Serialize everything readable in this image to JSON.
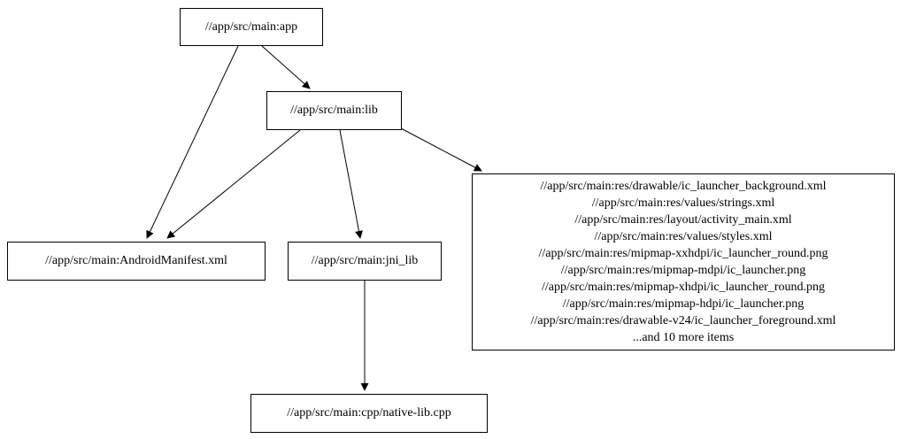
{
  "graph": {
    "nodes": {
      "app": {
        "label": "//app/src/main:app"
      },
      "lib": {
        "label": "//app/src/main:lib"
      },
      "manifest": {
        "label": "//app/src/main:AndroidManifest.xml"
      },
      "jni_lib": {
        "label": "//app/src/main:jni_lib"
      },
      "cpp": {
        "label": "//app/src/main:cpp/native-lib.cpp"
      },
      "res": {
        "lines": [
          "//app/src/main:res/drawable/ic_launcher_background.xml",
          "//app/src/main:res/values/strings.xml",
          "//app/src/main:res/layout/activity_main.xml",
          "//app/src/main:res/values/styles.xml",
          "//app/src/main:res/mipmap-xxhdpi/ic_launcher_round.png",
          "//app/src/main:res/mipmap-mdpi/ic_launcher.png",
          "//app/src/main:res/mipmap-xhdpi/ic_launcher_round.png",
          "//app/src/main:res/mipmap-hdpi/ic_launcher.png",
          "//app/src/main:res/drawable-v24/ic_launcher_foreground.xml",
          "...and 10 more items"
        ]
      }
    },
    "edges": [
      {
        "from": "app",
        "to": "lib"
      },
      {
        "from": "app",
        "to": "manifest"
      },
      {
        "from": "lib",
        "to": "manifest"
      },
      {
        "from": "lib",
        "to": "jni_lib"
      },
      {
        "from": "lib",
        "to": "res"
      },
      {
        "from": "jni_lib",
        "to": "cpp"
      }
    ],
    "colors": {
      "node_border": "#000000",
      "node_fill": "#ffffff",
      "edge": "#000000",
      "text": "#000000",
      "background": "#ffffff"
    }
  }
}
